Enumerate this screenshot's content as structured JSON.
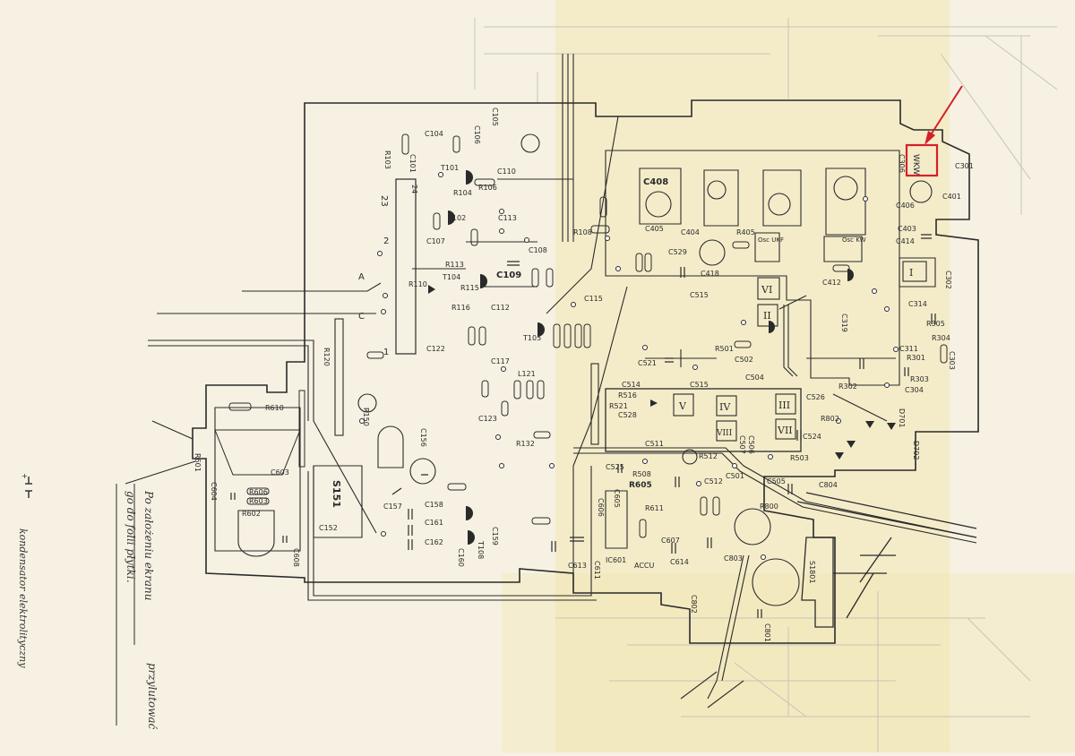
{
  "colors": {
    "paper": "#f6f1e2",
    "paper_warm": "#f2e7b4",
    "ink": "#2a2a2a",
    "faint": "#b9b7ad",
    "highlight": "#d4202a"
  },
  "highlight": {
    "label": "WKW",
    "target_icon": "red-arrow-icon"
  },
  "notes": {
    "mirror_line1": "Po założeniu ekranu",
    "mirror_line2": "go do folii płytki.",
    "mirror_side": "przylutować",
    "legend": "kondensator elektrolityczny"
  },
  "labels": {
    "C104": "C104",
    "R103": "R103",
    "C106": "C106",
    "C105": "C105",
    "C101": "C101",
    "T101": "T101",
    "C110": "C110",
    "R104": "R104",
    "R106": "R106",
    "T102": "T102",
    "C113": "C113",
    "C107": "C107",
    "R108": "R108",
    "C108": "C108",
    "R113": "R113",
    "T104": "T104",
    "R115": "R115",
    "C109": "C109",
    "R110": "R110",
    "C112": "C112",
    "C115": "C115",
    "R116": "R116",
    "C122": "C122",
    "T105": "T105",
    "C117": "C117",
    "L121": "L121",
    "C123": "C123",
    "R132": "R132",
    "R120": "R120",
    "C156": "C156",
    "R150": "R150",
    "S151": "S151",
    "C152": "C152",
    "C157": "C157",
    "C158": "C158",
    "C161": "C161",
    "C162": "C162",
    "C160": "C160",
    "T108": "T108",
    "C159": "C159",
    "R610": "R610",
    "R606": "R606",
    "R603": "R603",
    "R602": "R602",
    "R601": "R601",
    "C603": "C603",
    "C604": "C604",
    "C608": "C608",
    "C605": "C605",
    "C606": "C606",
    "R605": "R605",
    "R611": "R611",
    "R508": "R508",
    "C525": "C525",
    "C607": "C607",
    "C611": "C611",
    "C613": "C613",
    "IC601": "IC601",
    "ACCU": "ACCU",
    "C614": "C614",
    "C512": "C512",
    "R512": "R512",
    "C501": "C501",
    "C505": "C505",
    "R503": "R503",
    "C804": "C804",
    "R800": "R800",
    "C803": "C803",
    "S1801": "S1801",
    "C802": "C802",
    "C801": "C801",
    "C408": "C408",
    "C405": "C405",
    "C404": "C404",
    "C529": "C529",
    "C418": "C418",
    "C515": "C515",
    "C514": "C514",
    "C521": "C521",
    "R405": "R405",
    "R501": "R501",
    "C502": "C502",
    "C504": "C504",
    "C511": "C511",
    "C524": "C524",
    "C526": "C526",
    "R802": "R802",
    "C507": "C507",
    "C506": "C506",
    "R521": "R521",
    "R516": "R516",
    "C528": "C528",
    "C306": "C306",
    "C301": "C301",
    "C401": "C401",
    "C403": "C403",
    "C414": "C414",
    "C302": "C302",
    "C314": "C314",
    "R305": "R305",
    "R304": "R304",
    "C319": "C319",
    "C311": "C311",
    "R301": "R301",
    "R303": "R303",
    "C304": "C304",
    "C303": "C303",
    "R302": "R302",
    "D701": "D701",
    "D702": "D702",
    "C412": "C412",
    "C406": "C406",
    "osc_ukf": "Osc UKF",
    "osc_kw": "Osc KW",
    "n23": "23",
    "n24": "24",
    "n1": "1",
    "n2": "2",
    "nA": "A",
    "nC": "C",
    "rI": "I",
    "rII": "II",
    "rIII": "III",
    "rIV": "IV",
    "rV": "V",
    "rVI": "VI",
    "rVII": "VII",
    "rVIII": "VIII"
  }
}
